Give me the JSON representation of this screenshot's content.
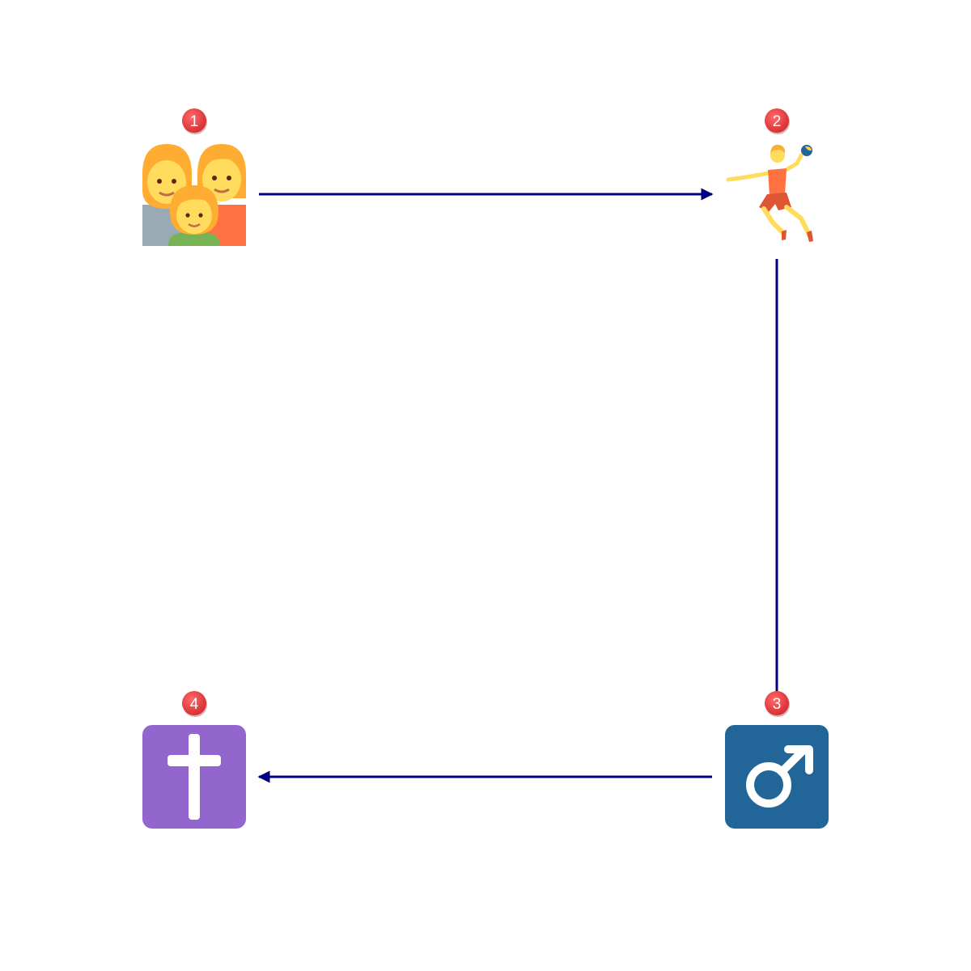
{
  "diagram": {
    "connector_color": "#000080",
    "badge_color": "#e8363b",
    "nodes": [
      {
        "id": "n1",
        "badge": "1",
        "icon": "family-icon"
      },
      {
        "id": "n2",
        "badge": "2",
        "icon": "person-playing-handball-icon"
      },
      {
        "id": "n3",
        "badge": "3",
        "icon": "male-sign-icon",
        "tile_color": "#226699"
      },
      {
        "id": "n4",
        "badge": "4",
        "icon": "latin-cross-icon",
        "tile_color": "#9266cc"
      }
    ],
    "edges": [
      {
        "from": "n1",
        "to": "n2"
      },
      {
        "from": "n2",
        "to": "n3"
      },
      {
        "from": "n3",
        "to": "n4"
      }
    ]
  }
}
